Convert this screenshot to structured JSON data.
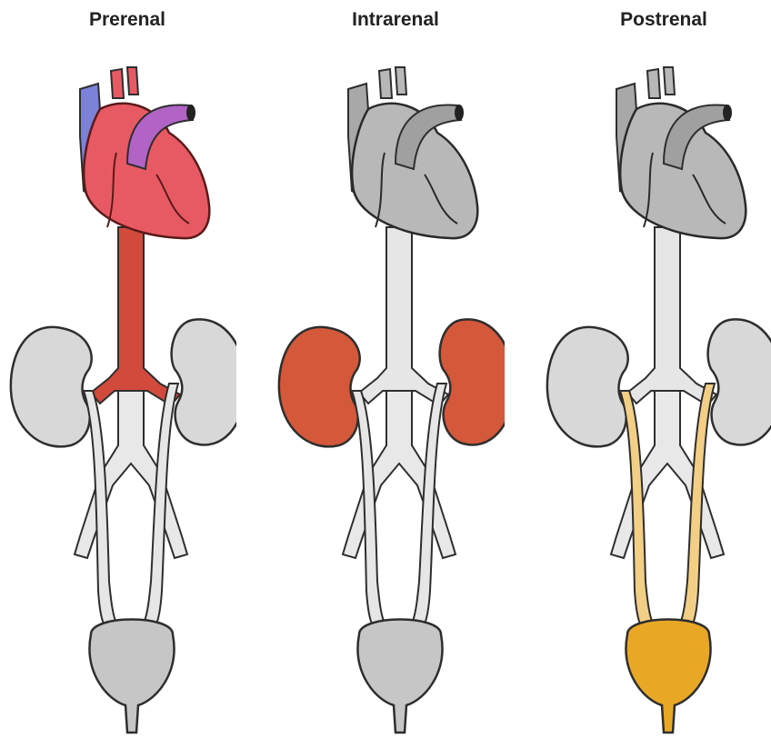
{
  "panels": [
    {
      "key": "prerenal",
      "title": "Prerenal",
      "colors": {
        "heart": "#e85a63",
        "heartStroke": "#5a1a1a",
        "vein": "#7c82d8",
        "artery": "#b263c6",
        "aorta": "#d24a3c",
        "kidney": "#d8d8d8",
        "ureter": "#e6e6e6",
        "bladder": "#c6c6c6",
        "vessel": "#e8e8e8"
      }
    },
    {
      "key": "intrarenal",
      "title": "Intrarenal",
      "colors": {
        "heart": "#b8b8b8",
        "heartStroke": "#2a2a2a",
        "vein": "#a8a8a8",
        "artery": "#a0a0a0",
        "aorta": "#e6e6e6",
        "kidney": "#d4583a",
        "ureter": "#e6e6e6",
        "bladder": "#c6c6c6",
        "vessel": "#e8e8e8"
      }
    },
    {
      "key": "postrenal",
      "title": "Postrenal",
      "colors": {
        "heart": "#b8b8b8",
        "heartStroke": "#2a2a2a",
        "vein": "#a8a8a8",
        "artery": "#a0a0a0",
        "aorta": "#e6e6e6",
        "kidney": "#d8d8d8",
        "ureter": "#f3cf86",
        "bladder": "#e8a826",
        "vessel": "#e8e8e8"
      }
    }
  ]
}
